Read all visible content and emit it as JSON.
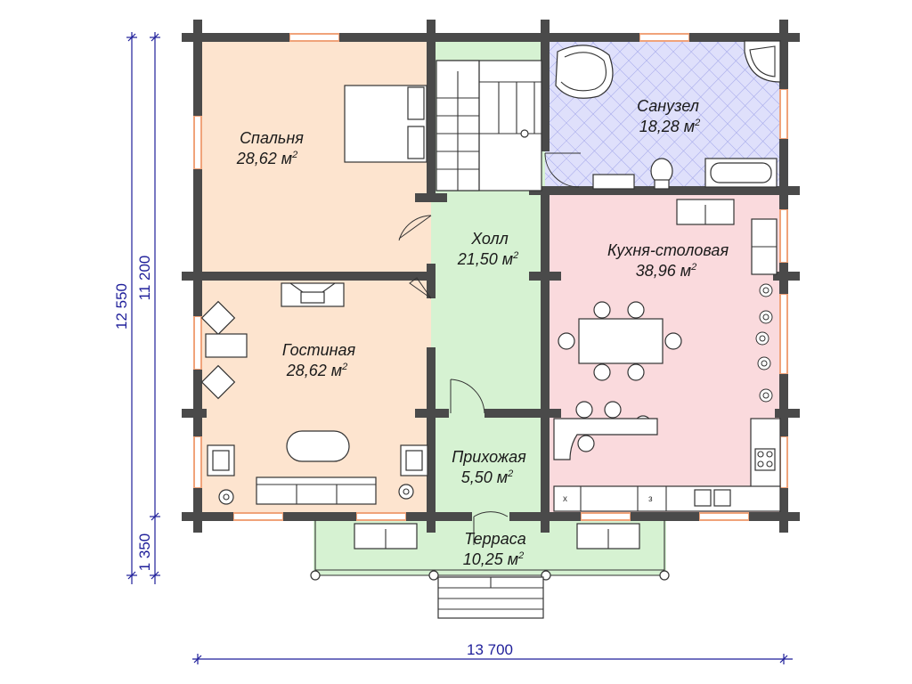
{
  "colors": {
    "bedroom": "#fde4cf",
    "living": "#fde4cf",
    "hall": "#d6f2d2",
    "bathroom": "#dfe0fb",
    "kitchen": "#fadadd",
    "terrace": "#d6f2d2",
    "wall": "#4a4a4a",
    "window": "#f0a37a",
    "dimension": "#1f1f9a"
  },
  "rooms": {
    "bedroom": {
      "name": "Спальня",
      "area": "28,62 м"
    },
    "bathroom": {
      "name": "Санузел",
      "area": "18,28 м"
    },
    "hall": {
      "name": "Холл",
      "area": "21,50 м"
    },
    "kitchen": {
      "name": "Кухня-столовая",
      "area": "38,96 м"
    },
    "living": {
      "name": "Гостиная",
      "area": "28,62 м"
    },
    "entry": {
      "name": "Прихожая",
      "area": "5,50 м"
    },
    "terrace": {
      "name": "Терраса",
      "area": "10,25 м"
    }
  },
  "area_unit_sup": "2",
  "dimensions": {
    "width": "13 700",
    "total_height": "12 550",
    "house_height": "11 200",
    "terrace_depth": "1 350"
  },
  "appliance_marks": {
    "left": "x",
    "right": "з"
  }
}
